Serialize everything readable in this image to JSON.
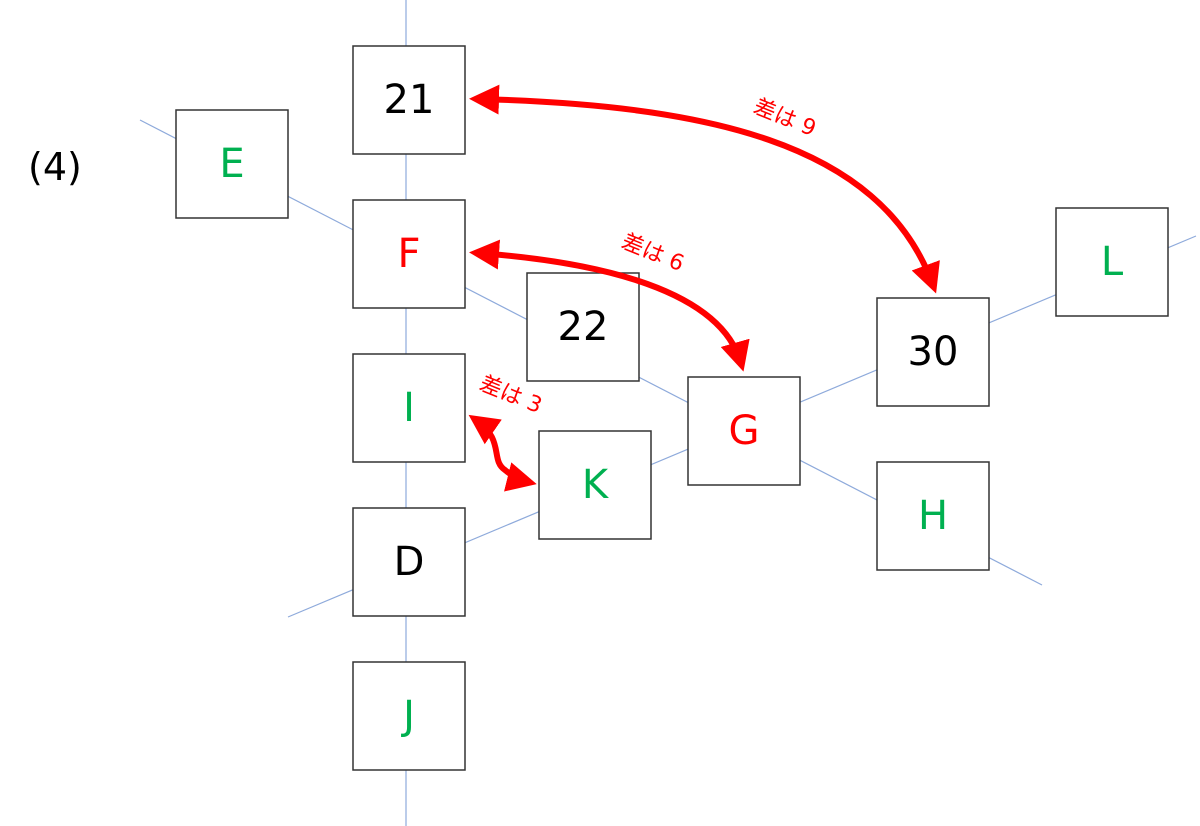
{
  "problem_label": "(4)",
  "colors": {
    "black": "#000000",
    "red": "#ff0000",
    "green": "#00b050",
    "line": "#8eaadb"
  },
  "boxes": {
    "b21": {
      "text": "21",
      "color": "#000000"
    },
    "E": {
      "text": "E",
      "color": "#00b050"
    },
    "F": {
      "text": "F",
      "color": "#ff0000"
    },
    "b22": {
      "text": "22",
      "color": "#000000"
    },
    "I": {
      "text": "I",
      "color": "#00b050"
    },
    "G": {
      "text": "G",
      "color": "#ff0000"
    },
    "b30": {
      "text": "30",
      "color": "#000000"
    },
    "L": {
      "text": "L",
      "color": "#00b050"
    },
    "K": {
      "text": "K",
      "color": "#00b050"
    },
    "H": {
      "text": "H",
      "color": "#00b050"
    },
    "D": {
      "text": "D",
      "color": "#000000"
    },
    "J": {
      "text": "J",
      "color": "#00b050"
    }
  },
  "arrows": {
    "a9": {
      "from": "21",
      "to": "30",
      "label": "差は 9"
    },
    "a6": {
      "from": "F",
      "to": "G",
      "label": "差は 6"
    },
    "a3": {
      "from": "I",
      "to": "K",
      "label": "差は 3"
    }
  }
}
